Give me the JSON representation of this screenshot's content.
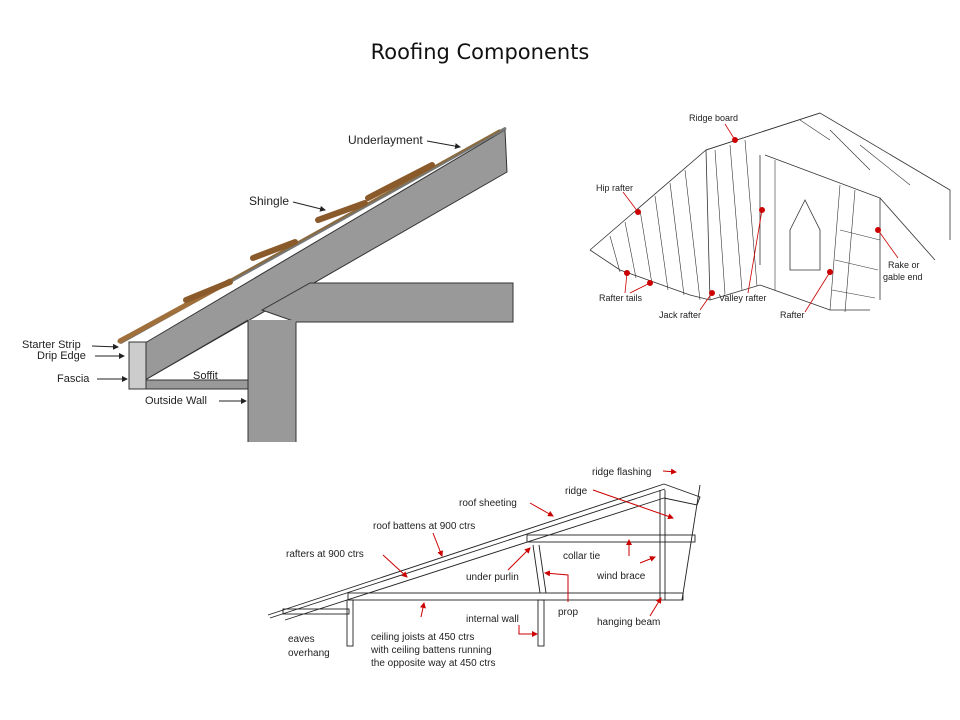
{
  "slide": {
    "title": "Roofing Components"
  },
  "diagram_eave": {
    "labels": {
      "underlayment": "Underlayment",
      "shingle": "Shingle",
      "starter_strip": "Starter Strip",
      "drip_edge": "Drip Edge",
      "fascia": "Fascia",
      "soffit": "Soffit",
      "outside_wall": "Outside Wall"
    }
  },
  "diagram_framing": {
    "labels": {
      "ridge_board": "Ridge board",
      "hip_rafter": "Hip rafter",
      "rafter_tails": "Rafter tails",
      "jack_rafter": "Jack rafter",
      "valley_rafter": "Valley rafter",
      "rafter": "Rafter",
      "rake_line1": "Rake or",
      "rake_line2": "gable end"
    },
    "marker_color": "#cc0000"
  },
  "diagram_section": {
    "labels": {
      "ridge_flashing": "ridge flashing",
      "ridge": "ridge",
      "roof_sheeting": "roof sheeting",
      "roof_battens": "roof battens at 900 ctrs",
      "rafters": "rafters at 900 ctrs",
      "collar_tie": "collar tie",
      "under_purlin": "under purlin",
      "wind_brace": "wind brace",
      "prop": "prop",
      "internal_wall": "internal wall",
      "hanging_beam": "hanging beam",
      "eaves_line1": "eaves",
      "eaves_line2": "overhang",
      "ceiling_line1": "ceiling joists at 450 ctrs",
      "ceiling_line2": "with ceiling battens running",
      "ceiling_line3": "the opposite way at 450 ctrs"
    },
    "arrow_color": "#cc0000"
  }
}
